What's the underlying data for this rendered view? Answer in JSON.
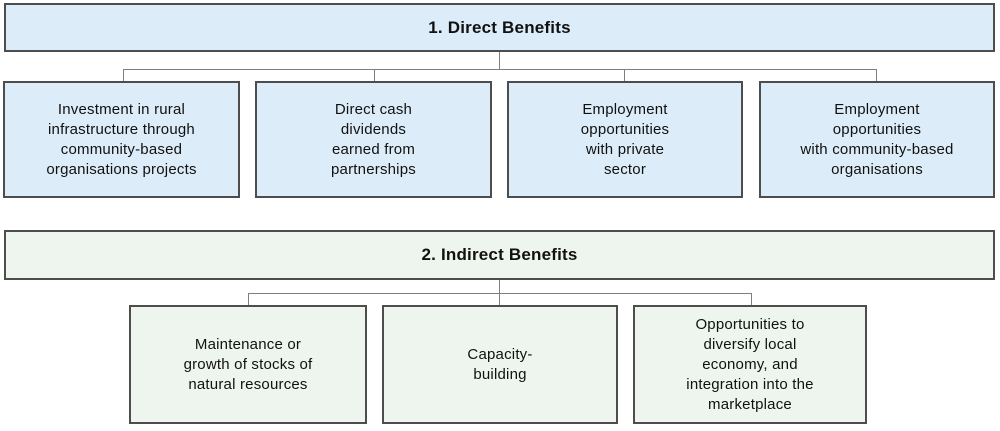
{
  "title": "Benefits diagram",
  "colors": {
    "direct_fill": "#dcedf9",
    "indirect_fill": "#eef5ef",
    "box_border": "#4d4d4d",
    "connector": "#7f7f7f",
    "text": "#111111",
    "background": "#ffffff"
  },
  "sections": [
    {
      "header": "1. Direct Benefits",
      "boxes": [
        "Investment in rural\ninfrastructure through\ncommunity-based\norganisations projects",
        "Direct cash\ndividends\nearned from\npartnerships",
        "Employment\nopportunities\nwith private\nsector",
        "Employment\nopportunities\nwith community-based\norganisations"
      ]
    },
    {
      "header": "2. Indirect Benefits",
      "boxes": [
        "Maintenance or\ngrowth of stocks of\nnatural resources",
        "Capacity-\nbuilding",
        "Opportunities to\ndiversify local\neconomy, and\nintegration into the\nmarketplace"
      ]
    }
  ]
}
